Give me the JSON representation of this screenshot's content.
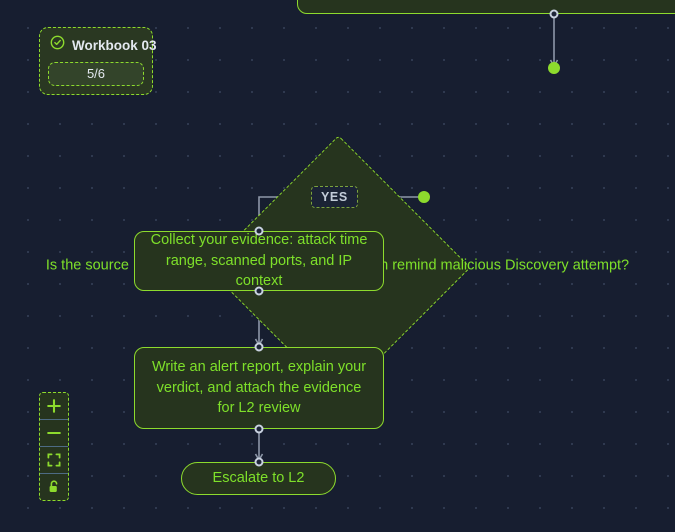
{
  "canvas": {
    "background_color": "#171e30",
    "grid_dot_color": "#313b52",
    "accent_color": "#8ddb2d",
    "node_fill_color": "#26341e",
    "node_text_color": "#7ee02a"
  },
  "workbook_card": {
    "status_icon": "check-circle-icon",
    "title": "Workbook 03",
    "progress_label": "5/6"
  },
  "toolbar": {
    "zoom_in": {
      "icon": "plus-icon",
      "label": "+"
    },
    "zoom_out": {
      "icon": "minus-icon",
      "label": "−"
    },
    "fit_view": {
      "icon": "fit-screen-icon",
      "label": ""
    },
    "lock": {
      "icon": "unlock-icon",
      "label": ""
    }
  },
  "nodes": [
    {
      "id": "node-top-clipped",
      "type": "process",
      "label": "",
      "clipped": true
    },
    {
      "id": "node-decision",
      "type": "decision",
      "label": "Is the source IP unlisted or does the scanning pattern remind malicious Discovery attempt?"
    },
    {
      "id": "node-collect",
      "type": "process",
      "label": "Collect your evidence: attack time range, scanned ports, and IP context"
    },
    {
      "id": "node-report",
      "type": "process",
      "label": "Write an alert report, explain your verdict, and attach the evidence for L2 review"
    },
    {
      "id": "node-escalate",
      "type": "terminator",
      "label": "Escalate to L2"
    }
  ],
  "edge_labels": [
    {
      "id": "edge-label-yes",
      "text": "YES"
    }
  ]
}
